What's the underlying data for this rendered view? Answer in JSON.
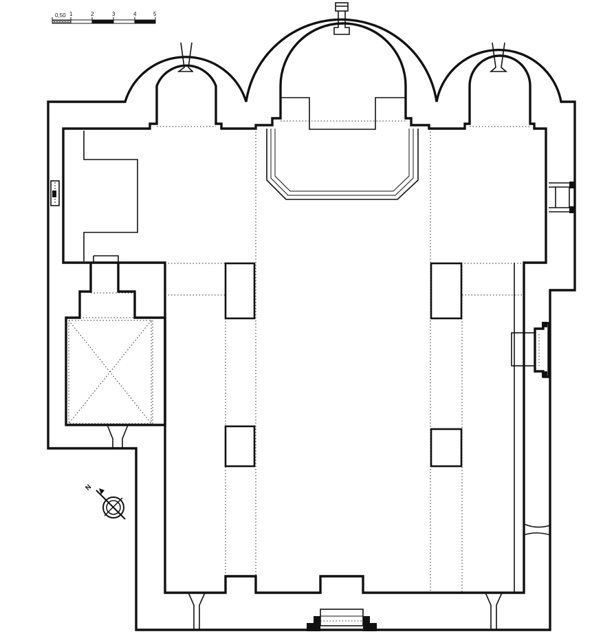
{
  "scale_bar": {
    "labels": [
      "0,50",
      "1",
      "2",
      "3",
      "4",
      "5"
    ]
  },
  "north_arrow": {
    "label": "N",
    "icon": "north-arrow-icon"
  }
}
